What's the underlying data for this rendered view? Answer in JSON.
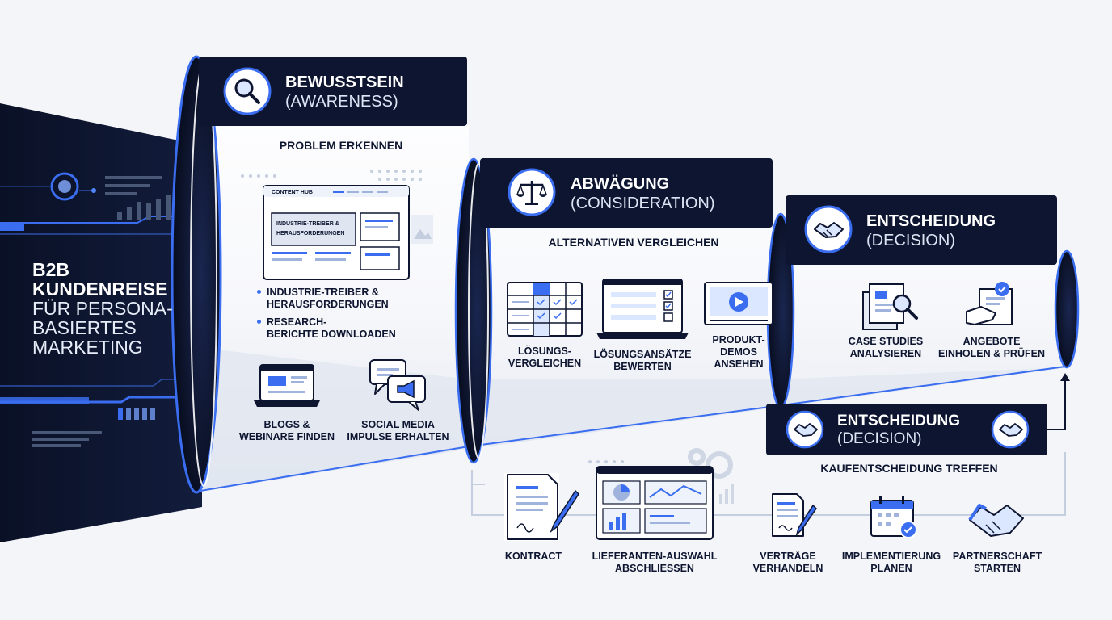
{
  "left_panel": {
    "title_bold": [
      "B2B",
      "KUNDENREISE"
    ],
    "title_regular": [
      "FÜR PERSONA-",
      "BASIERTES",
      "MARKETING"
    ]
  },
  "awareness": {
    "title": "BEWUSSTSEIN",
    "subtitle": "(AWARENESS)",
    "icon": "magnifier-icon",
    "heading": "PROBLEM ERKENNEN",
    "content_hub": {
      "label": "CONTENT HUB",
      "panel_text": "INDUSTRIE-TREIBER &\nHERAUSFORDERUNGEN"
    },
    "bullets": [
      "INDUSTRIE-TREIBER &\nHERAUSFORDERUNGEN",
      "RESEARCH-\nBERICHTE DOWNLOADEN"
    ],
    "items": [
      {
        "label": "BLOGS &\nWEBINARE FINDEN",
        "icon": "laptop-icon"
      },
      {
        "label": "SOCIAL MEDIA\nIMPULSE ERHALTEN",
        "icon": "chat-megaphone-icon"
      }
    ]
  },
  "consideration": {
    "title": "ABWÄGUNG",
    "subtitle": "(CONSIDERATION)",
    "icon": "scales-icon",
    "heading": "ALTERNATIVEN VERGLEICHEN",
    "items": [
      {
        "label": "LÖSUNGS-\nVERGLEICHEN",
        "icon": "comparison-table-icon"
      },
      {
        "label": "LÖSUNGSANSÄTZE\nBEWERTEN",
        "icon": "checklist-laptop-icon"
      },
      {
        "label": "PRODUKT-\nDEMOS\nANSEHEN",
        "icon": "video-player-icon"
      }
    ]
  },
  "decision": {
    "title": "ENTSCHEIDUNG",
    "subtitle": "(DECISION)",
    "icon": "handshake-icon",
    "items": [
      {
        "label": "CASE STUDIES\nANALYSIEREN",
        "icon": "document-search-icon"
      },
      {
        "label": "ANGEBOTE\nEINHOLEN & PRÜFEN",
        "icon": "hand-document-icon"
      }
    ]
  },
  "decision_final": {
    "title": "ENTSCHEIDUNG",
    "subtitle": "(DECISION)",
    "icon": "handshake-icon",
    "heading": "KAUFENTSCHEIDUNG TREFFEN",
    "steps": [
      {
        "label": "KONTRACT",
        "icon": "contract-icon"
      },
      {
        "label": "LIEFERANTEN-AUSWAHL\nABSCHLIESSEN",
        "icon": "dashboard-icon"
      },
      {
        "label": "VERTRÄGE\nVERHANDELN",
        "icon": "contract-pen-icon"
      },
      {
        "label": "IMPLEMENTIERUNG\nPLANEN",
        "icon": "calendar-check-icon"
      },
      {
        "label": "PARTNERSCHAFT\nSTARTEN",
        "icon": "handshake-icon"
      }
    ]
  },
  "colors": {
    "navy": "#0d1530",
    "accent": "#3a6df0",
    "background": "#f3f5f9"
  }
}
